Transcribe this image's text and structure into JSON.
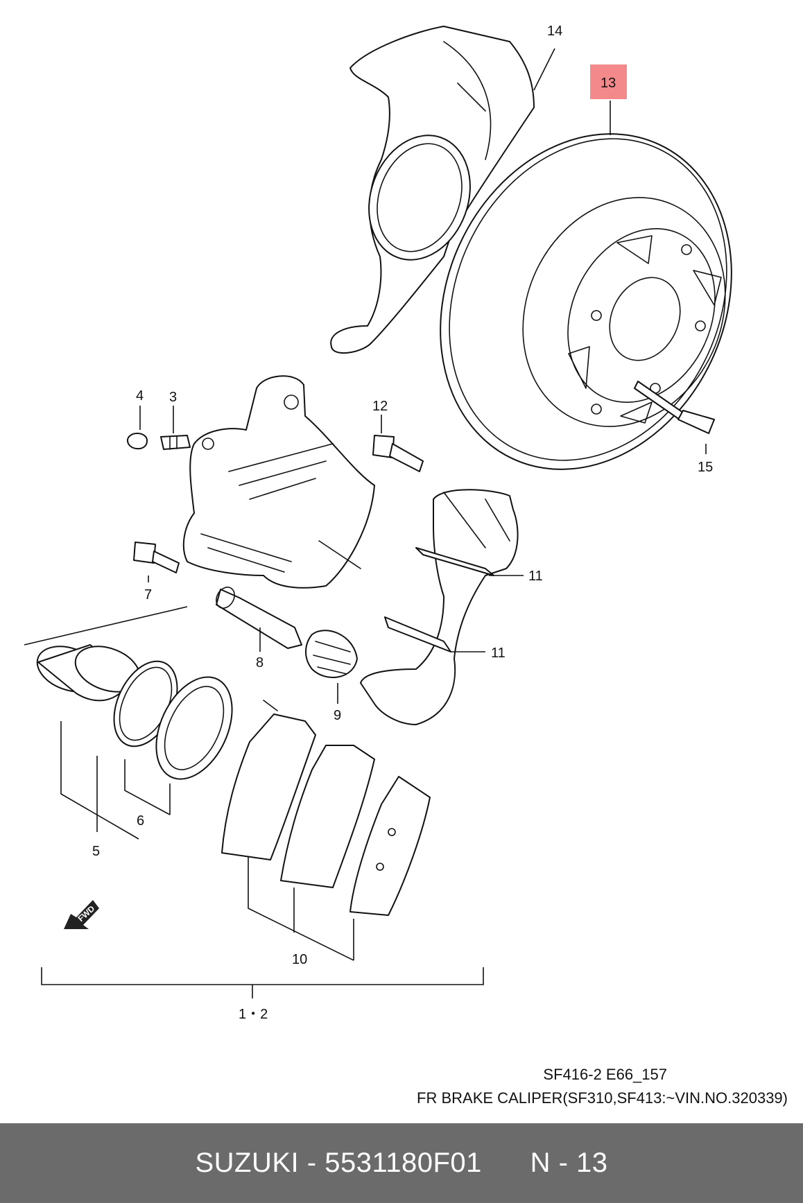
{
  "diagram": {
    "labels": {
      "p1_2": "1・2",
      "p3": "3",
      "p4": "4",
      "p5": "5",
      "p6": "6",
      "p7": "7",
      "p8": "8",
      "p9": "9",
      "p10": "10",
      "p11a": "11",
      "p11b": "11",
      "p12": "12",
      "p13": "13",
      "p14": "14",
      "p15": "15"
    },
    "highlight_color": "#f4898c",
    "fwd_badge": "FWD",
    "caption_code": "SF416-2 E66_157",
    "caption_title": "FR BRAKE CALIPER(SF310,SF413:~VIN.NO.320339)"
  },
  "footer": {
    "brand": "SUZUKI",
    "part_number": "5531180F01",
    "position": "N - 13",
    "background": "#6b6b6b"
  }
}
